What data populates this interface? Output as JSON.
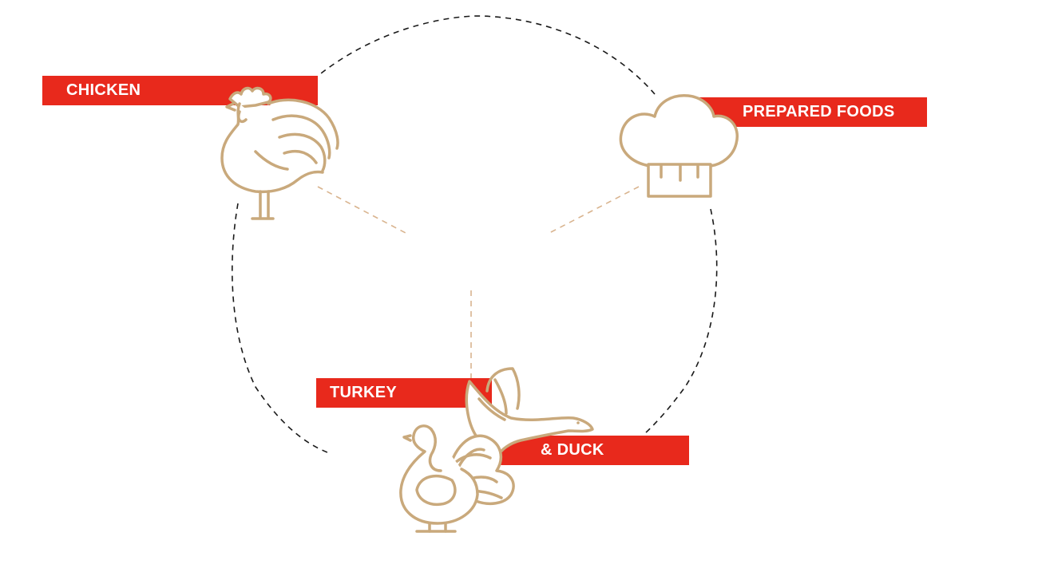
{
  "banners": {
    "chicken": "CHICKEN",
    "prepared": "PREPARED FOODS",
    "turkey": "TURKEY",
    "duck": "& DUCK"
  },
  "colors": {
    "banner": "#e8291c",
    "icon_stroke": "#c9a97c",
    "ring": "#1a1a1a",
    "spoke": "#d9b48f"
  },
  "icons": [
    "rooster-icon",
    "chef-hat-icon",
    "turkey-icon",
    "duck-icon"
  ]
}
